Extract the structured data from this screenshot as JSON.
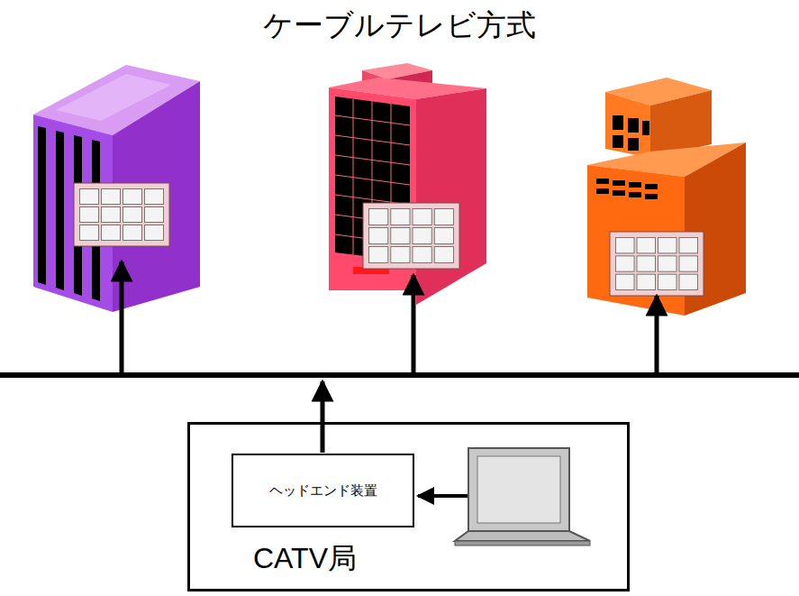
{
  "diagram": {
    "title": "ケーブルテレビ方式",
    "nodes": [
      {
        "text": [
          "CATV局"
        ]
      },
      {
        "text": [
          "ヘッドエンド装置"
        ],
        "in": 0
      }
    ]
  }
}
